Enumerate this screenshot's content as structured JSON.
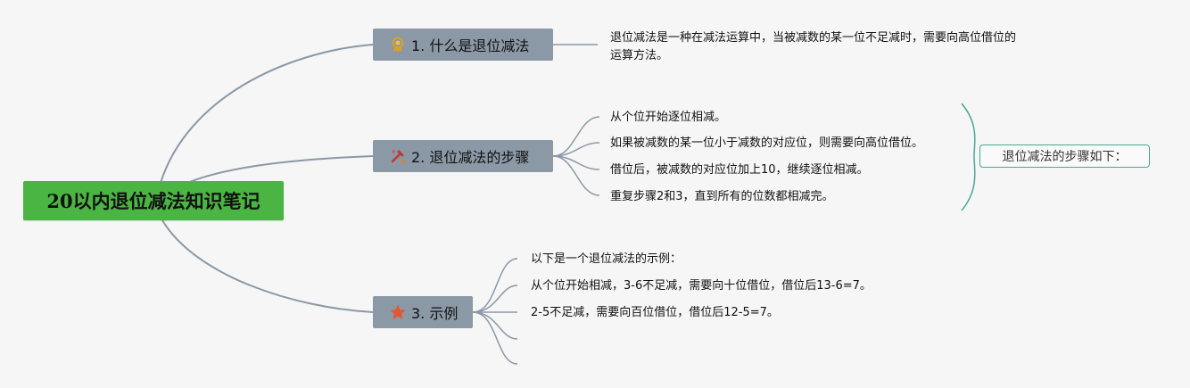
{
  "root": {
    "title": "20以内退位减法知识笔记"
  },
  "topics": [
    {
      "label": "1. 什么是退位减法",
      "icon": "award-medal-icon",
      "details": [
        "退位减法是一种在减法运算中，当被减数的某一位不足减时，需要向高位借位的",
        "运算方法。"
      ]
    },
    {
      "label": "2. 退位减法的步骤",
      "icon": "tools-icon",
      "steps": [
        "从个位开始逐位相减。",
        "如果被减数的某一位小于减数的对应位，则需要向高位借位。",
        "借位后，被减数的对应位加上10，继续逐位相减。",
        "重复步骤2和3，直到所有的位数都相减完。"
      ],
      "summary": "退位减法的步骤如下："
    },
    {
      "label": "3. 示例",
      "icon": "star-icon",
      "examples": [
        "以下是一个退位减法的示例：",
        "从个位开始相减，3-6不足减，需要向十位借位，借位后13-6=7。",
        "2-5不足减，需要向百位借位，借位后12-5=7。",
        "",
        ""
      ]
    }
  ],
  "colors": {
    "root_bg": "#4bb543",
    "topic_bg": "#8b98a6",
    "connector": "#8b98a6",
    "summary_border": "#4aa88e",
    "background": "#f6f6f6"
  }
}
